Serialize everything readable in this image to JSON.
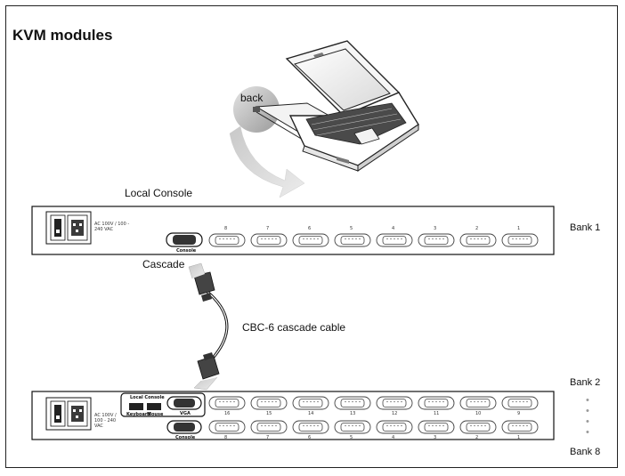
{
  "title": "KVM modules",
  "top_unit": {
    "back_label": "back",
    "local_console_label": "Local Console",
    "bank_label": "Bank 1",
    "power_text": "AC 100V / 100 - 240 VAC",
    "console_port_label": "Console",
    "port_numbers": [
      "8",
      "7",
      "6",
      "5",
      "4",
      "3",
      "2",
      "1"
    ]
  },
  "cable": {
    "cascade_label": "Cascade",
    "cable_label": "CBC-6 cascade cable"
  },
  "bottom_unit": {
    "bank_top_label": "Bank 2",
    "bank_bottom_label": "Bank 8",
    "dots": "•",
    "power_text": "AC 100V / 100 - 240 VAC",
    "local_console_label": "Local Console",
    "keyboard_label": "Keyboard",
    "mouse_label": "Mouse",
    "vga_label": "VGA",
    "console_label": "Console",
    "port_numbers_top": [
      "16",
      "15",
      "14",
      "13",
      "12",
      "11",
      "10",
      "9"
    ],
    "port_numbers_bottom": [
      "8",
      "7",
      "6",
      "5",
      "4",
      "3",
      "2",
      "1"
    ]
  }
}
